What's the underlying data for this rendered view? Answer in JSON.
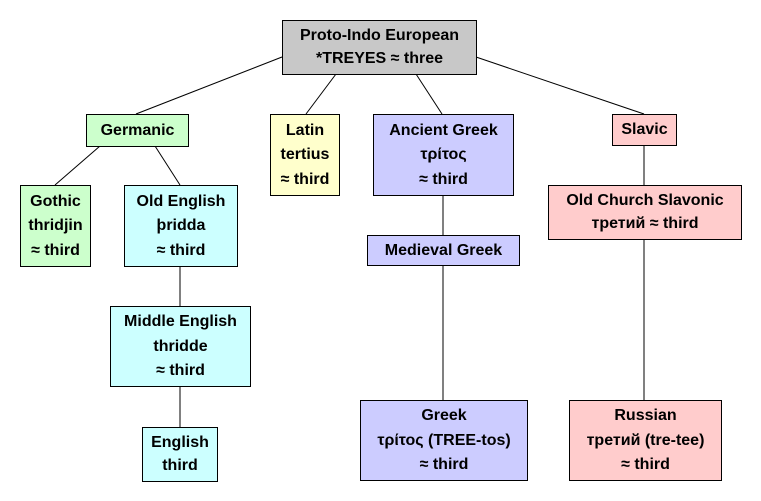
{
  "colors": {
    "root": "#c8c8c8",
    "germanic": "#ccffcc",
    "english": "#ccffff",
    "latin": "#ffffcc",
    "greek": "#ccccff",
    "slavic": "#ffcccc"
  },
  "nodes": {
    "pie": {
      "lines": [
        "Proto-Indo European",
        "*TREYES ≈ three"
      ]
    },
    "germanic": {
      "lines": [
        "Germanic"
      ]
    },
    "latin": {
      "lines": [
        "Latin",
        "tertius",
        "≈ third"
      ]
    },
    "ancient_greek": {
      "lines": [
        "Ancient Greek",
        "τρίτος",
        "≈ third"
      ]
    },
    "slavic": {
      "lines": [
        "Slavic"
      ]
    },
    "gothic": {
      "lines": [
        "Gothic",
        "thridjin",
        "≈ third"
      ]
    },
    "old_english": {
      "lines": [
        "Old English",
        "þridda",
        "≈ third"
      ]
    },
    "medieval_greek": {
      "lines": [
        "Medieval Greek"
      ]
    },
    "ocs": {
      "lines": [
        "Old Church Slavonic",
        "третий ≈ third"
      ]
    },
    "middle_english": {
      "lines": [
        "Middle English",
        "thridde",
        "≈ third"
      ]
    },
    "greek": {
      "lines": [
        "Greek",
        "τρίτος (TREE-tos)",
        "≈ third"
      ]
    },
    "russian": {
      "lines": [
        "Russian",
        "третий (tre-tee)",
        "≈ third"
      ]
    },
    "english": {
      "lines": [
        "English",
        "third"
      ]
    }
  }
}
